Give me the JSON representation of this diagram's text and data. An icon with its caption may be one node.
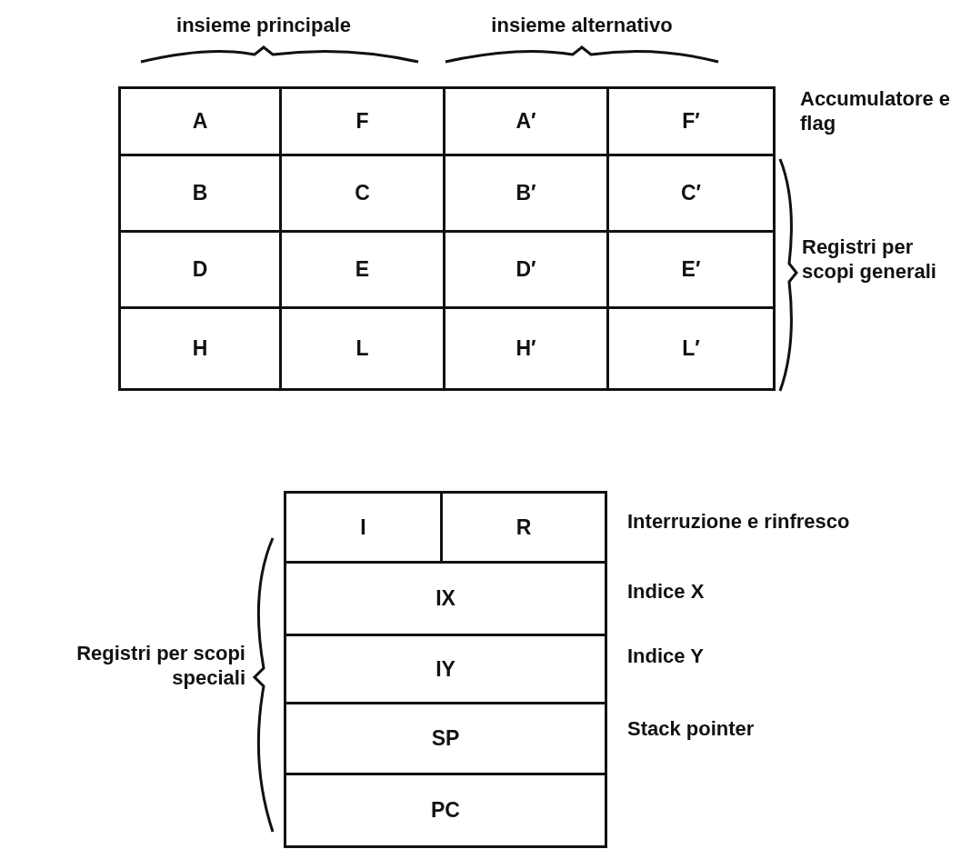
{
  "diagram": {
    "nodes": [
      {
        "text": [
          "A"
        ]
      },
      {
        "text": [
          "F"
        ]
      },
      {
        "text": [
          "A′"
        ]
      },
      {
        "text": [
          "F′"
        ]
      },
      {
        "text": [
          "B"
        ]
      },
      {
        "text": [
          "C"
        ]
      },
      {
        "text": [
          "B′"
        ]
      },
      {
        "text": [
          "C′"
        ]
      },
      {
        "text": [
          "D"
        ]
      },
      {
        "text": [
          "E"
        ]
      },
      {
        "text": [
          "D′"
        ]
      },
      {
        "text": [
          "E′"
        ]
      },
      {
        "text": [
          "H"
        ]
      },
      {
        "text": [
          "L"
        ]
      },
      {
        "text": [
          "H′"
        ]
      },
      {
        "text": [
          "L′"
        ]
      },
      {
        "text": [
          "I"
        ]
      },
      {
        "text": [
          "R"
        ]
      },
      {
        "text": [
          "IX"
        ]
      },
      {
        "text": [
          "IY"
        ]
      },
      {
        "text": [
          "SP"
        ]
      },
      {
        "text": [
          "PC"
        ]
      }
    ],
    "edges": [],
    "labels": [
      "insieme principale",
      "insieme alternativo",
      "Accumulatore e flag",
      "Registri per scopi generali",
      "Interruzione e rinfresco",
      "Indice X",
      "Indice Y",
      "Registri per scopi speciali",
      "Stack pointer"
    ]
  }
}
